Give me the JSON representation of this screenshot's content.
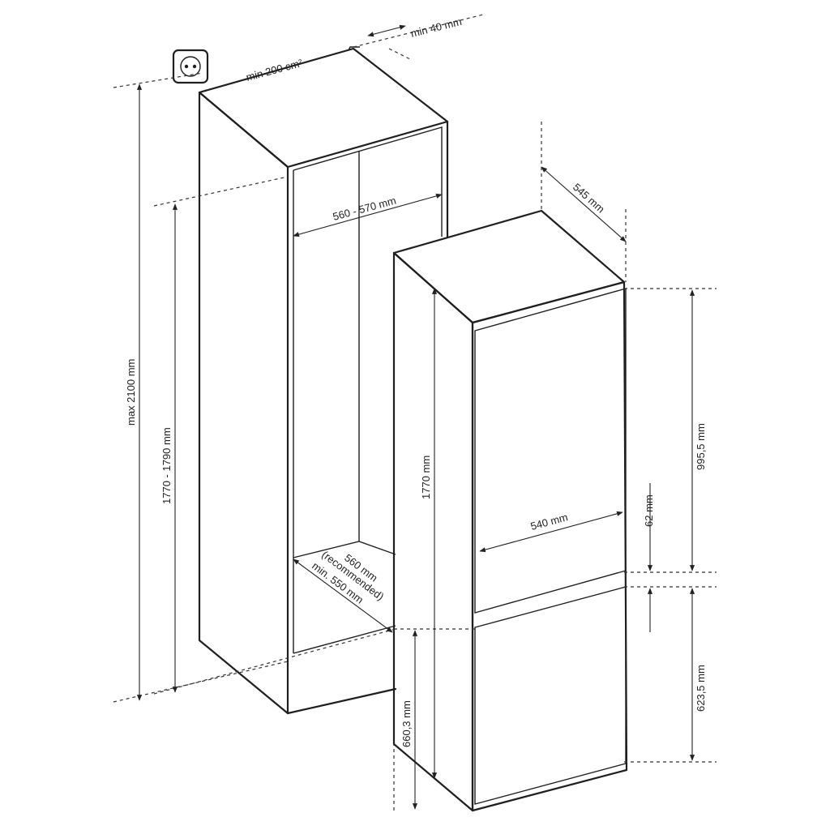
{
  "labels": {
    "outlet_ventilation": "min 200 cm²",
    "top_gap": "min 40 mm",
    "niche_width": "560 - 570 mm",
    "max_height": "max 2100 mm",
    "niche_height": "1770 - 1790 mm",
    "niche_depth_line1": "560 mm",
    "niche_depth_line2": "(recommended)",
    "niche_depth_line3": "min. 550 mm",
    "appliance_depth": "545 mm",
    "appliance_height": "1770 mm",
    "appliance_width": "540 mm",
    "upper_door_height": "995,5 mm",
    "door_gap": "62 mm",
    "lower_door_height": "623,5 mm",
    "lower_door_offset": "660,3 mm"
  },
  "icons": {
    "outlet": "power-outlet-icon"
  },
  "colors": {
    "line": "#1f1f1f",
    "background": "#ffffff"
  }
}
